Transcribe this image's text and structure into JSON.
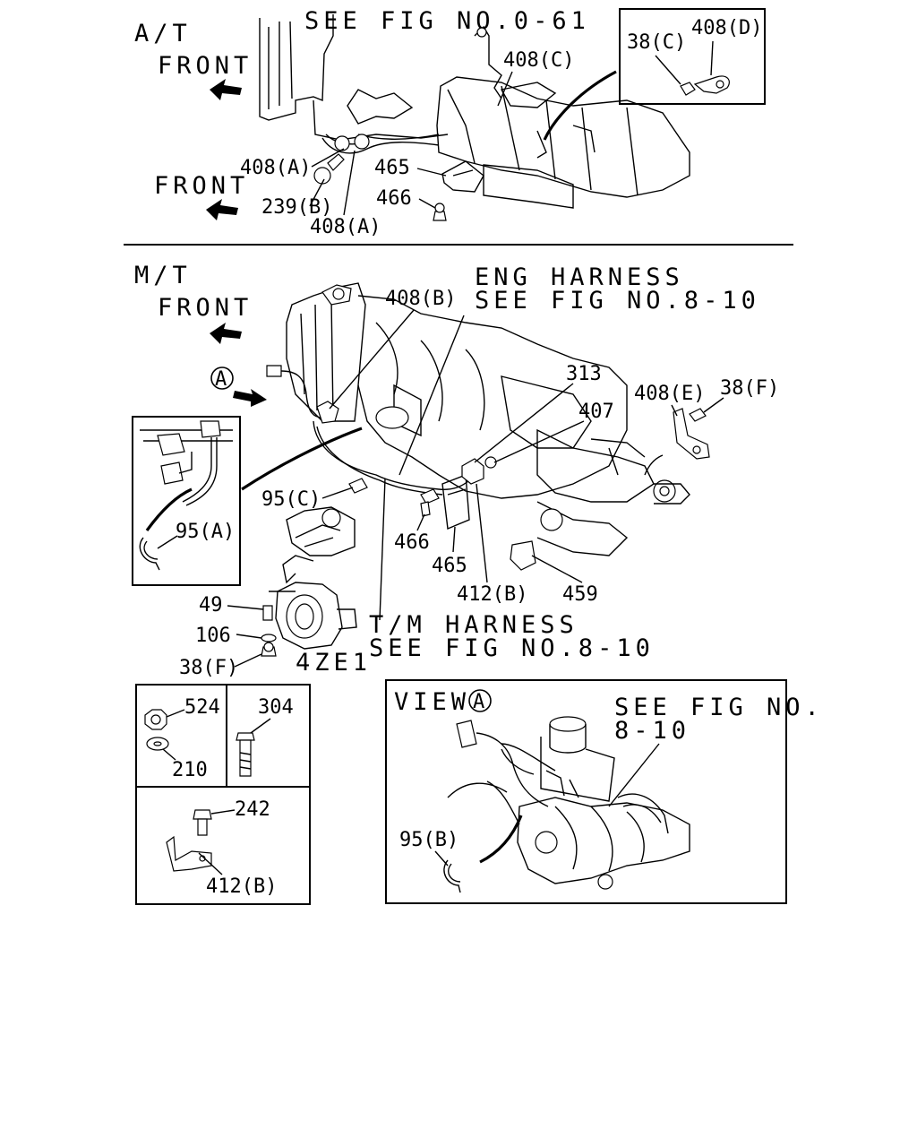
{
  "sections": {
    "at": {
      "title": "A/T",
      "front_1": "FRONT",
      "front_2": "FRONT",
      "see_fig": "SEE FIG NO.0-61",
      "callouts": {
        "c408c": "408(C)",
        "c38c": "38(C)",
        "c408d": "408(D)",
        "c408a_1": "408(A)",
        "c239b": "239(B)",
        "c408a_2": "408(A)",
        "c465": "465",
        "c466": "466"
      }
    },
    "mt": {
      "title": "M/T",
      "front": "FRONT",
      "view_marker": "A",
      "eng_harness_1": "ENG HARNESS",
      "eng_harness_2": "SEE FIG NO.8-10",
      "tm_harness_1": "T/M HARNESS",
      "tm_harness_2": "SEE FIG NO.8-10",
      "engine": "4ZE1",
      "callouts": {
        "c408b": "408(B)",
        "c313": "313",
        "c407": "407",
        "c408e": "408(E)",
        "c38f_1": "38(F)",
        "c95c": "95(C)",
        "c95a": "95(A)",
        "c466": "466",
        "c465": "465",
        "c412b": "412(B)",
        "c459": "459",
        "c49": "49",
        "c106": "106",
        "c38f_2": "38(F)"
      }
    },
    "parts_box": {
      "c524": "524",
      "c210": "210",
      "c304": "304",
      "c242": "242",
      "c412b": "412(B)"
    },
    "view_a": {
      "title": "VIEW",
      "marker": "A",
      "see_fig_1": "SEE FIG NO.",
      "see_fig_2": "8-10",
      "c95b": "95(B)"
    }
  }
}
